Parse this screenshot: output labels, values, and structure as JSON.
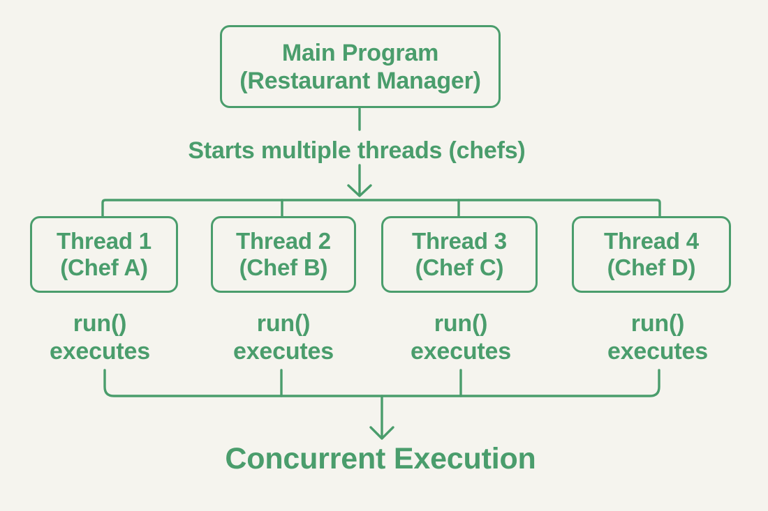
{
  "colors": {
    "green": "#4A9D6C",
    "background": "#F5F4EE"
  },
  "diagram": {
    "main_node": {
      "line1": "Main Program",
      "line2": "(Restaurant Manager)"
    },
    "start_edge_label": "Starts multiple threads (chefs)",
    "threads": [
      {
        "title": "Thread 1",
        "subtitle": "(Chef A)",
        "note_line1": "run()",
        "note_line2": "executes"
      },
      {
        "title": "Thread 2",
        "subtitle": "(Chef B)",
        "note_line1": "run()",
        "note_line2": "executes"
      },
      {
        "title": "Thread 3",
        "subtitle": "(Chef C)",
        "note_line1": "run()",
        "note_line2": "executes"
      },
      {
        "title": "Thread 4",
        "subtitle": "(Chef D)",
        "note_line1": "run()",
        "note_line2": "executes"
      }
    ],
    "result_label": "Concurrent Execution"
  }
}
